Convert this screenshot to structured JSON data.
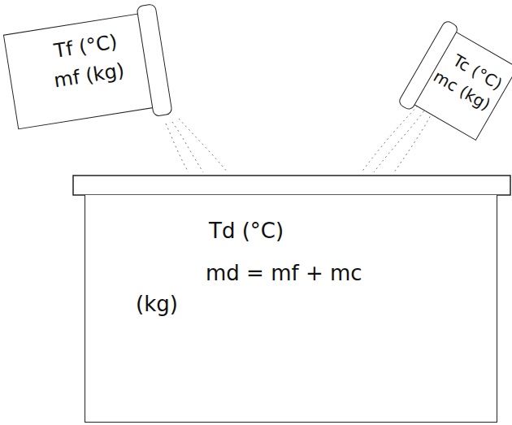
{
  "diagram": {
    "nodes": [
      {
        "text": [
          "Tf (°C)",
          "mf (kg)"
        ]
      },
      {
        "text": [
          "Tc (°C)",
          "mc (kg)"
        ]
      },
      {
        "text": [
          "Td (°C)",
          "md = mf + mc",
          "(kg)"
        ]
      }
    ]
  }
}
